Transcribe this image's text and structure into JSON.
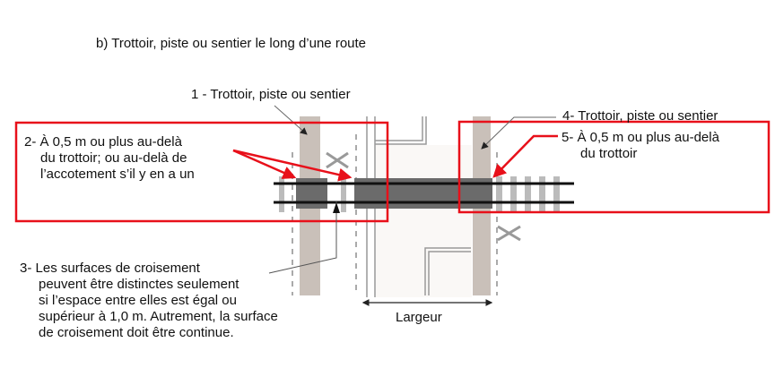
{
  "title": "b)  Trottoir, piste ou sentier le long d’une route",
  "labels": {
    "l1": "1 - Trottoir, piste ou sentier",
    "l2": [
      "2- À 0,5 m ou plus au-delà",
      "du trottoir; ou au-delà de",
      "l’accotement s’il y en a un"
    ],
    "l3": [
      "3- Les surfaces de croisement",
      "peuvent être distinctes seulement",
      "si l’espace entre elles est égal ou",
      "supérieur à 1,0 m. Autrement, la surface",
      "de croisement doit être continue."
    ],
    "l4": "4- Trottoir, piste ou sentier",
    "l5": [
      "5- À 0,5 m ou plus au-delà",
      "du trottoir"
    ],
    "width": "Largeur"
  },
  "colors": {
    "highlight": "#e8101a",
    "sidewalk": "#c9c0b9",
    "crossing": "#6b6b6b"
  }
}
